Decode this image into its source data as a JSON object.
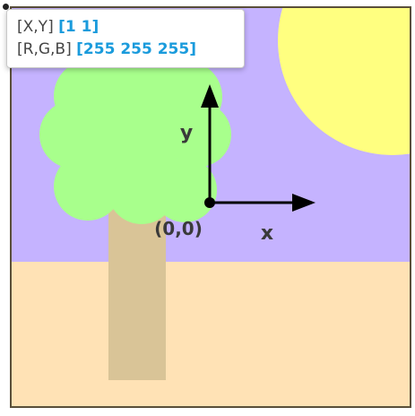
{
  "datatip": {
    "xy_label": "[X,Y]",
    "xy_value": "[1 1]",
    "rgb_label": "[R,G,B]",
    "rgb_value": "[255 255 255]"
  },
  "scene": {
    "origin_label": "(0,0)",
    "x_axis_label": "x",
    "y_axis_label": "y"
  },
  "colors": {
    "sky": "#c5b3ff",
    "ground": "#ffe2b5",
    "sun": "#ffff80",
    "foliage": "#a8ff8c",
    "trunk": "#d9c497",
    "frame": "#5a4f3a",
    "axes": "#000000",
    "datatip_value": "#1a9bdc"
  }
}
